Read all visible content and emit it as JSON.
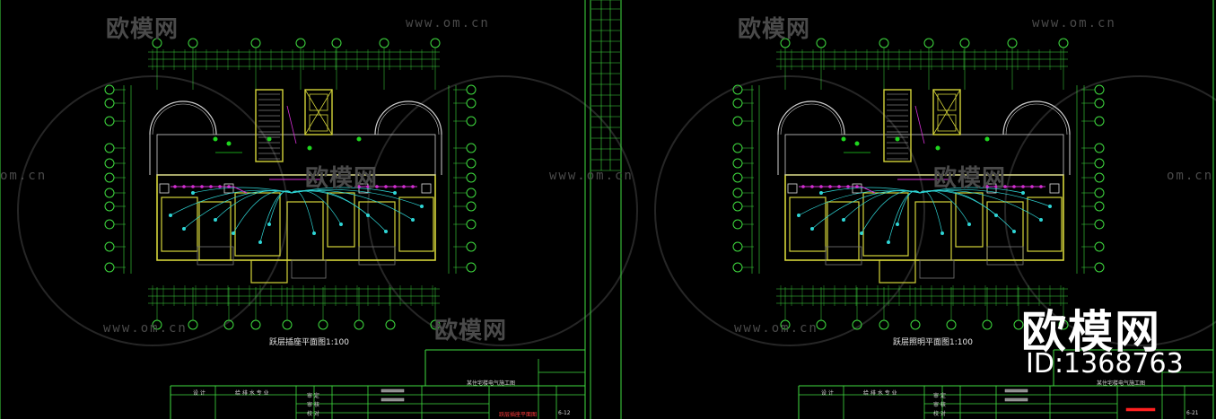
{
  "watermark": {
    "logo_text": "欧模网",
    "url_text": "www.om.cn",
    "url_short": "om.cn"
  },
  "brand": {
    "name": "欧模网",
    "id": "ID:1368763"
  },
  "sheets": [
    {
      "plan_title": "跃层插座平面图1:100",
      "title_block": {
        "row1": "设 计",
        "row1b": "给 排 水 专 业",
        "approve": "审 定",
        "review": "审 核",
        "check": "校 对",
        "design": "设 计",
        "drawing_name": "跃层插座平面图",
        "drawing_no": "6-12",
        "project": "某住宅楼电气施工图"
      }
    },
    {
      "plan_title": "跃层照明平面图1:100",
      "title_block": {
        "row1": "设 计",
        "row1b": "给 排 水 专 业",
        "approve": "审 定",
        "review": "审 核",
        "check": "校 对",
        "design": "设 计",
        "drawing_name": "",
        "drawing_no": "6-21",
        "project": "某住宅楼电气施工图"
      }
    }
  ],
  "colors": {
    "background": "#000000",
    "frame": "#3fdc3f",
    "wall": "#d4d43a",
    "wire_cyan": "#2fd6d6",
    "wire_magenta": "#d42fd4",
    "dim_green": "#3fdc3f",
    "watermark": "#4a4a4a",
    "accent_red": "#ff2020"
  }
}
